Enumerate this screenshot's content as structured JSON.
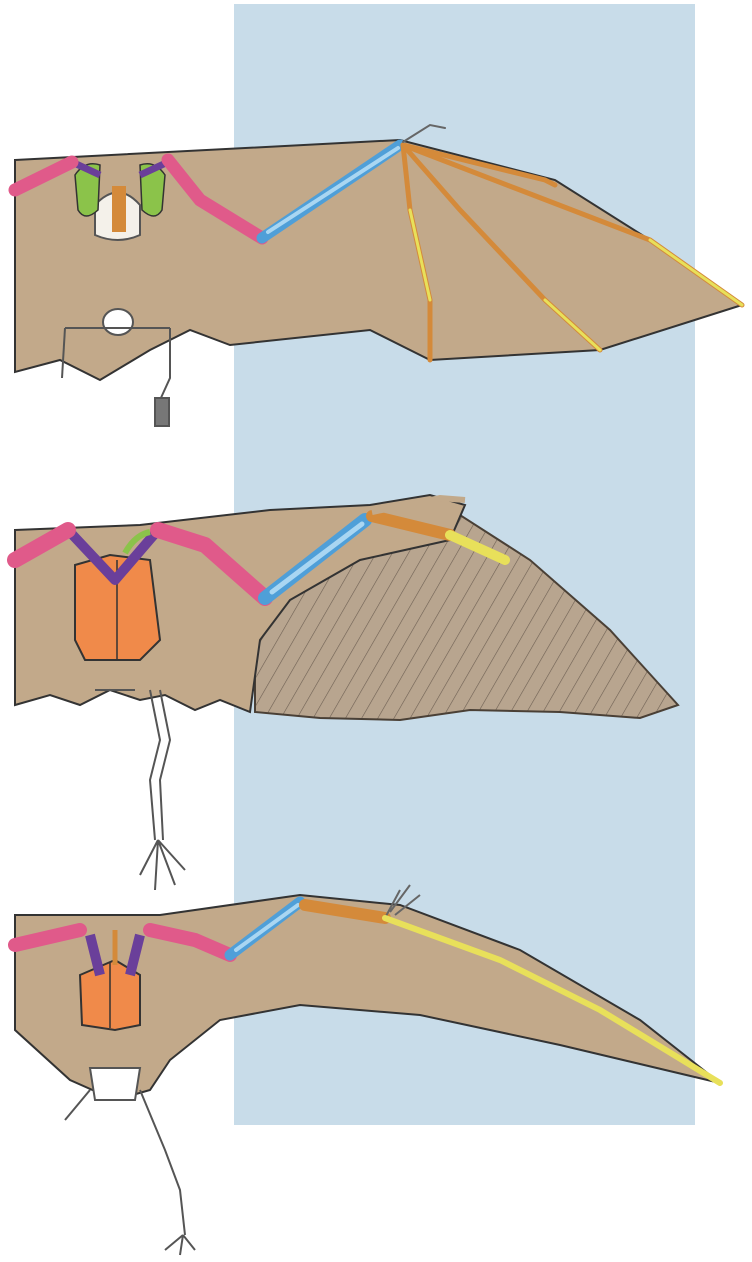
{
  "figure": {
    "subject": "wing-homology-comparison",
    "wings": [
      {
        "animal": "bat",
        "membrane": "skin-membrane-between-elongated-fingers"
      },
      {
        "animal": "bird",
        "membrane": "feathers"
      },
      {
        "animal": "pterosaur",
        "membrane": "skin-membrane-on-elongated-fourth-finger"
      }
    ],
    "colors": {
      "background_panel": "#c8dce9",
      "membrane": "#c2a98a",
      "feathers": "#b8a58f",
      "humerus": "#e05a8a",
      "radius_ulna": "#4f9fd8",
      "radius_ulna_light": "#a9d6f2",
      "carpals_metacarpals": "#d48a3a",
      "phalanges": "#e8e05a",
      "shoulder_girdle": "#6a3f9a",
      "scapula_coracoid": "#8bc34a",
      "sternum": "#f08a4a",
      "skeleton_outline": "#555555"
    }
  }
}
